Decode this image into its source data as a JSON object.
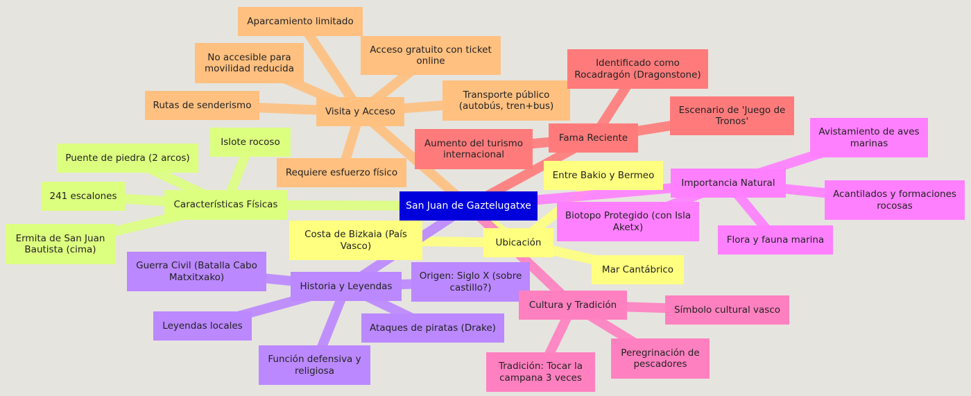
{
  "root": {
    "label": "San Juan de Gaztelugatxe",
    "color": "#0000dd"
  },
  "branches": [
    {
      "id": "visita",
      "label": "Visita y Acceso",
      "color": "#ffc080",
      "children": [
        {
          "id": "v1",
          "label": "Aparcamiento limitado"
        },
        {
          "id": "v2",
          "label": "No accesible para movilidad reducida"
        },
        {
          "id": "v3",
          "label": "Acceso gratuito con ticket online"
        },
        {
          "id": "v4",
          "label": "Rutas de senderismo"
        },
        {
          "id": "v5",
          "label": "Transporte público (autobús, tren+bus)"
        },
        {
          "id": "v6",
          "label": "Requiere esfuerzo físico"
        }
      ]
    },
    {
      "id": "fama",
      "label": "Fama Reciente",
      "color": "#ff7b7b",
      "children": [
        {
          "id": "f1",
          "label": "Identificado como Rocadragón (Dragonstone)"
        },
        {
          "id": "f2",
          "label": "Escenario de 'Juego de Tronos'"
        },
        {
          "id": "f3",
          "label": "Aumento del turismo internacional"
        }
      ]
    },
    {
      "id": "caract",
      "label": "Características Físicas",
      "color": "#ddff80",
      "children": [
        {
          "id": "c1",
          "label": "Islote rocoso"
        },
        {
          "id": "c2",
          "label": "Puente de piedra (2 arcos)"
        },
        {
          "id": "c3",
          "label": "241 escalones"
        },
        {
          "id": "c4",
          "label": "Ermita de San Juan Bautista (cima)"
        }
      ]
    },
    {
      "id": "importancia",
      "label": "Importancia Natural",
      "color": "#ff80ff",
      "children": [
        {
          "id": "i1",
          "label": "Avistamiento de aves marinas"
        },
        {
          "id": "i2",
          "label": "Acantilados y formaciones rocosas"
        },
        {
          "id": "i3",
          "label": "Biotopo Protegido (con Isla Aketx)"
        },
        {
          "id": "i4",
          "label": "Flora y fauna marina"
        }
      ]
    },
    {
      "id": "ubicacion",
      "label": "Ubicación",
      "color": "#ffff80",
      "children": [
        {
          "id": "u1",
          "label": "Entre Bakio y Bermeo"
        },
        {
          "id": "u2",
          "label": "Costa de Bizkaia (País Vasco)"
        },
        {
          "id": "u3",
          "label": "Mar Cantábrico"
        }
      ]
    },
    {
      "id": "historia",
      "label": "Historia y Leyendas",
      "color": "#bb88ff",
      "children": [
        {
          "id": "h1",
          "label": "Guerra Civil (Batalla Cabo Matxitxako)"
        },
        {
          "id": "h2",
          "label": "Origen: Siglo X (sobre castillo?)"
        },
        {
          "id": "h3",
          "label": "Leyendas locales"
        },
        {
          "id": "h4",
          "label": "Ataques de piratas (Drake)"
        },
        {
          "id": "h5",
          "label": "Función defensiva y religiosa"
        }
      ]
    },
    {
      "id": "cultura",
      "label": "Cultura y Tradición",
      "color": "#ff80c0",
      "children": [
        {
          "id": "k1",
          "label": "Símbolo cultural vasco"
        },
        {
          "id": "k2",
          "label": "Peregrinación de pescadores"
        },
        {
          "id": "k3",
          "label": "Tradición: Tocar la campana 3 veces"
        }
      ]
    }
  ]
}
